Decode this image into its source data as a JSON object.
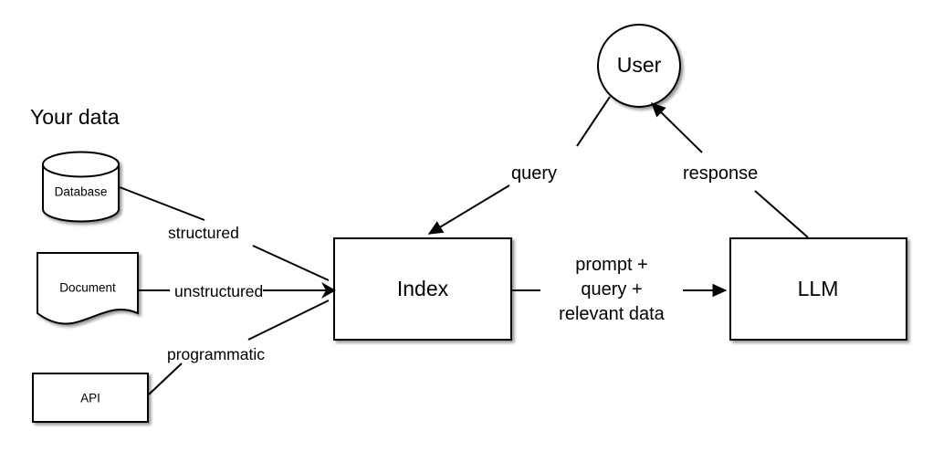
{
  "diagram": {
    "title_label": "Your data",
    "background_color": "#ffffff",
    "stroke_color": "#000000",
    "nodes": {
      "database": {
        "label": "Database",
        "shape": "cylinder"
      },
      "document": {
        "label": "Document",
        "shape": "wavy-document"
      },
      "api": {
        "label": "API",
        "shape": "rectangle"
      },
      "index": {
        "label": "Index",
        "shape": "rectangle"
      },
      "llm": {
        "label": "LLM",
        "shape": "rectangle"
      },
      "user": {
        "label": "User",
        "shape": "circle"
      }
    },
    "edge_labels": {
      "structured": "structured",
      "unstructured": "unstructured",
      "programmatic": "programmatic",
      "query": "query",
      "response": "response",
      "prompt_line1": "prompt +",
      "prompt_line2": "query +",
      "prompt_line3": "relevant data"
    }
  }
}
